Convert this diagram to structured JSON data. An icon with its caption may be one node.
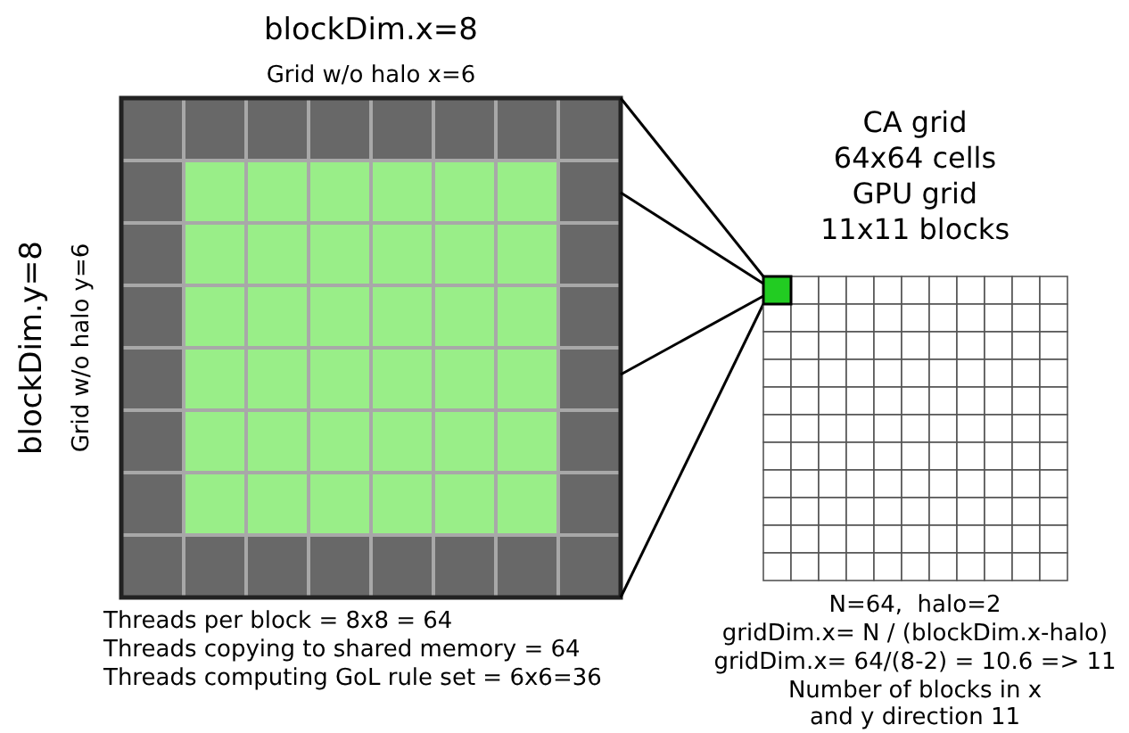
{
  "diagram": {
    "labels": [
      "blockDim.x=8",
      "Grid w/o halo x=6",
      "blockDim.y=8",
      "Grid w/o halo y=6",
      "CA grid",
      "64x64 cells",
      "GPU grid",
      "11x11 blocks",
      "Threads per block = 8x8 = 64",
      "Threads copying to shared memory = 64",
      "Threads computing GoL rule set = 6x6=36",
      "N=64,  halo=2",
      "gridDim.x= N / (blockDim.x-halo)",
      "gridDim.x= 64/(8-2) = 10.6 => 11",
      "Number of blocks in x and y direction 11"
    ]
  }
}
